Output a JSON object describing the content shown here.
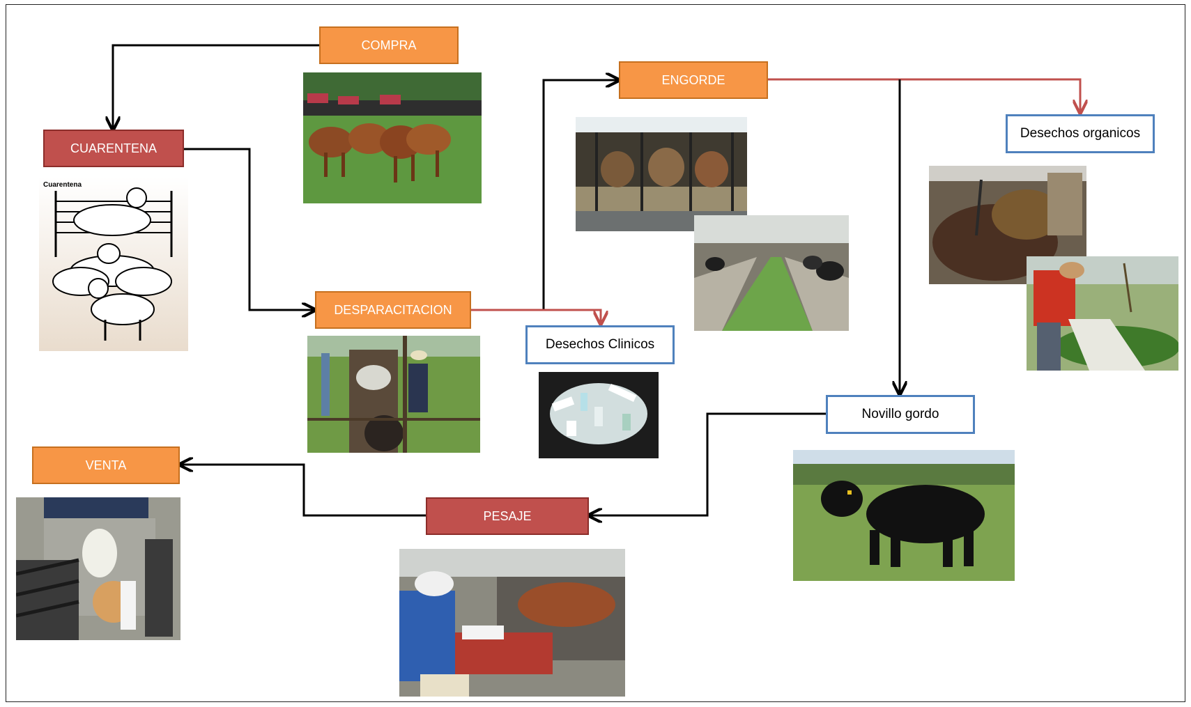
{
  "nodes": {
    "compra": "COMPRA",
    "cuarentena": "CUARENTENA",
    "desparacitacion": "DESPARACITACION",
    "engorde": "ENGORDE",
    "desechos_organicos": "Desechos organicos",
    "desechos_clinicos": "Desechos Clinicos",
    "novillo_gordo": "Novillo gordo",
    "pesaje": "PESAJE",
    "venta": "VENTA"
  },
  "photos": {
    "cuarentena_caption": "Cuarentena"
  },
  "colors": {
    "stage_orange": "#f79646",
    "stage_red": "#c0504d",
    "output_blue_border": "#4f81bd",
    "main_arrow": "#000000",
    "waste_arrow": "#c0504d"
  }
}
